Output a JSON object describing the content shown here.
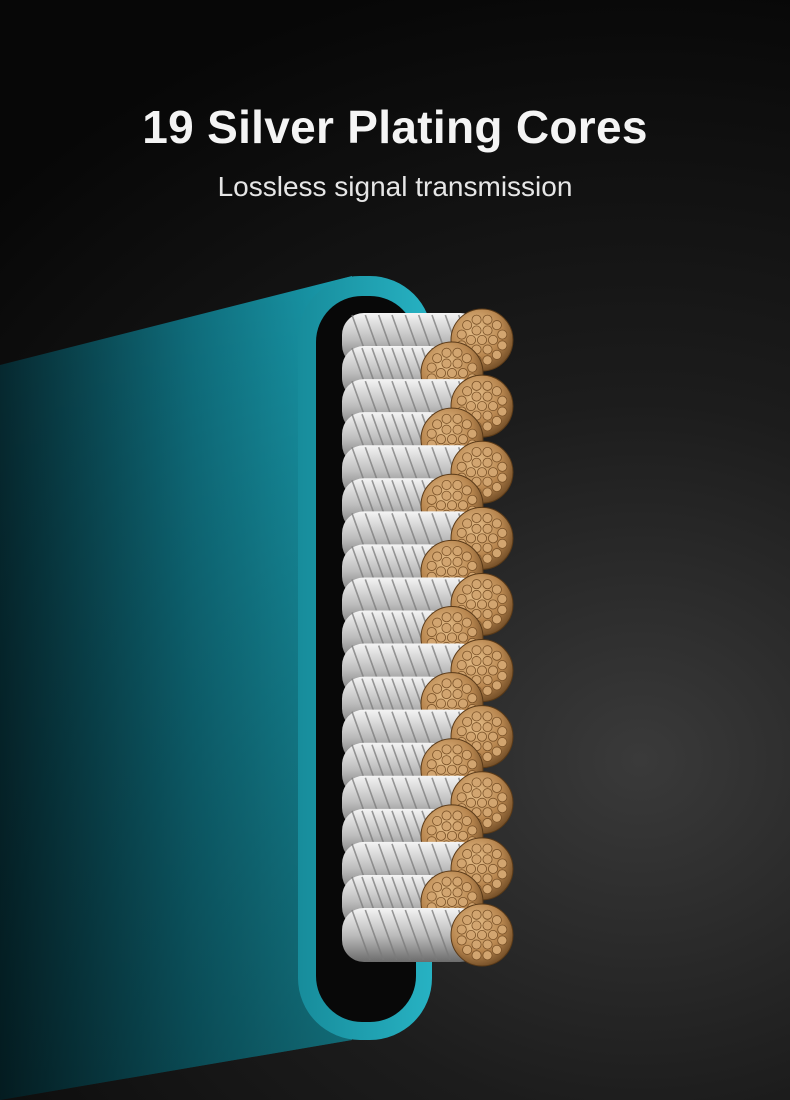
{
  "headline": "19 Silver Plating Cores",
  "subheadline": "Lossless signal transmission",
  "illustration": {
    "subject": "flat-ribbon-cable-cross-section",
    "core_count": 19,
    "jacket_color": "#1a9fb0",
    "jacket_dark_color": "#062a31",
    "strand_color": "#d9d9d9",
    "copper_color": "#c0925c",
    "background_color": "#0a0a0a"
  }
}
